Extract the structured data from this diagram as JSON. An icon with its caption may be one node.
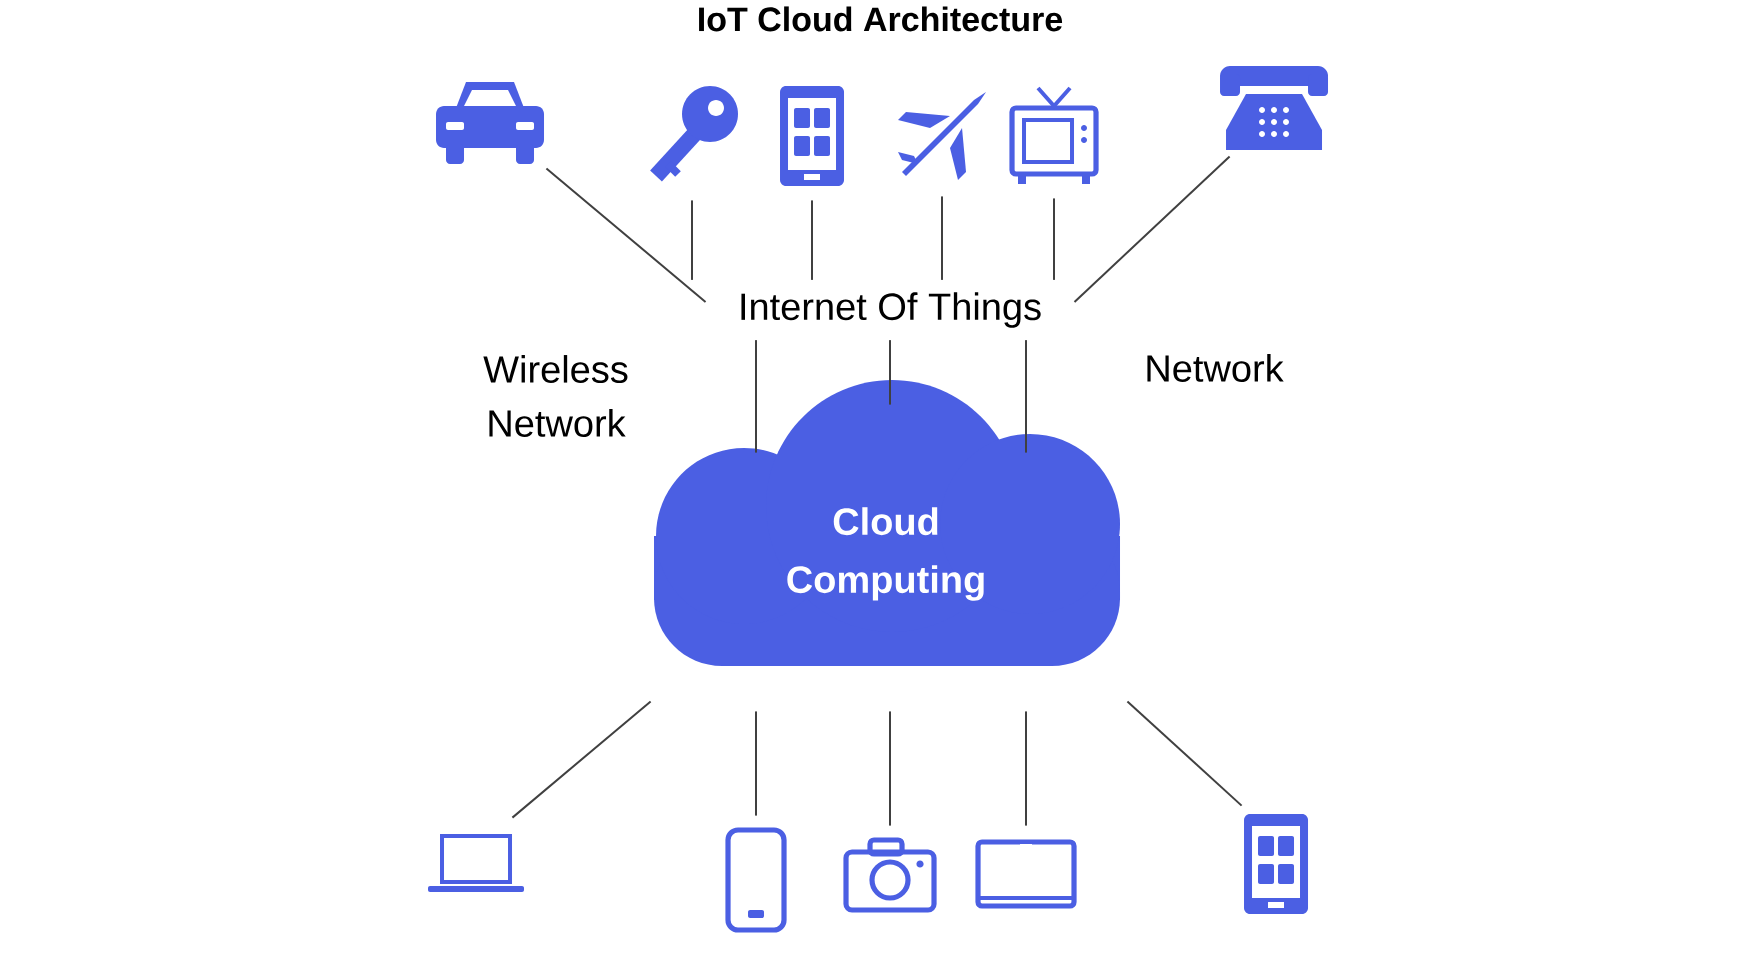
{
  "diagram": {
    "title": "IoT Cloud Architecture",
    "nodes": [
      {
        "text": [],
        "shape": "car"
      },
      {
        "text": [],
        "shape": "key"
      },
      {
        "text": [],
        "shape": "smartphone"
      },
      {
        "text": [],
        "shape": "airplane"
      },
      {
        "text": [],
        "shape": "tv"
      },
      {
        "text": [],
        "shape": "telephone"
      },
      {
        "text": [
          "Internet Of Things"
        ]
      },
      {
        "text": [
          "Cloud Computing"
        ]
      },
      {
        "text": [],
        "shape": "laptop"
      },
      {
        "text": [],
        "shape": "phone"
      },
      {
        "text": [],
        "shape": "camera"
      },
      {
        "text": [],
        "shape": "tablet"
      },
      {
        "text": [],
        "shape": "smartphone"
      }
    ],
    "edges": [
      {
        "from": 0,
        "to": 6,
        "arrow": "none"
      },
      {
        "from": 1,
        "to": 6,
        "arrow": "none"
      },
      {
        "from": 2,
        "to": 6,
        "arrow": "none"
      },
      {
        "from": 3,
        "to": 6,
        "arrow": "none"
      },
      {
        "from": 4,
        "to": 6,
        "arrow": "none"
      },
      {
        "from": 5,
        "to": 6,
        "arrow": "none"
      },
      {
        "from": 6,
        "to": 7,
        "arrow": "none"
      },
      {
        "from": 6,
        "to": 7,
        "arrow": "none"
      },
      {
        "from": 6,
        "to": 7,
        "arrow": "none"
      },
      {
        "from": 7,
        "to": 8,
        "arrow": "none"
      },
      {
        "from": 7,
        "to": 9,
        "arrow": "none"
      },
      {
        "from": 7,
        "to": 10,
        "arrow": "none"
      },
      {
        "from": 7,
        "to": 11,
        "arrow": "none"
      },
      {
        "from": 7,
        "to": 12,
        "arrow": "none"
      }
    ],
    "labels": [
      "Wireless Network",
      "Network"
    ]
  }
}
